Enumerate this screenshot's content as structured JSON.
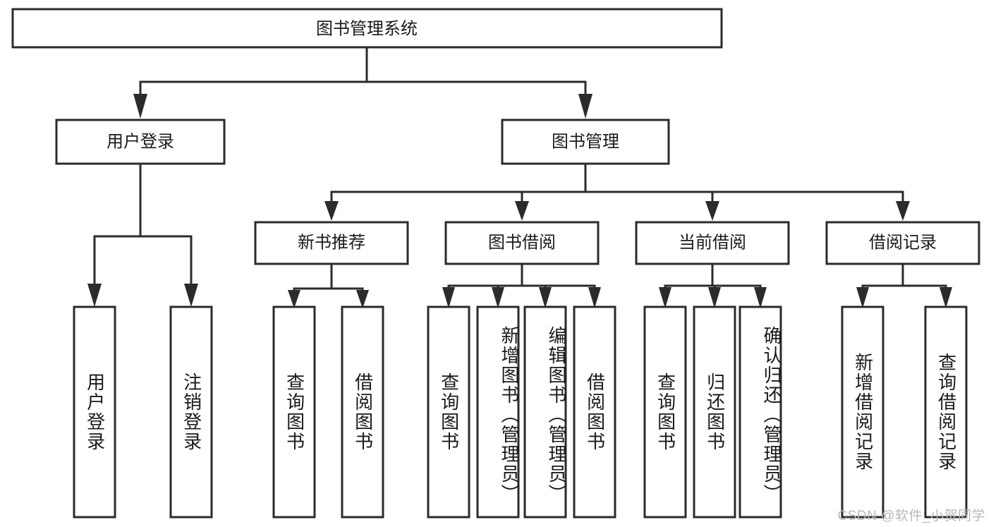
{
  "diagram": {
    "title_node": {
      "label": "图书管理系统"
    },
    "level2": [
      {
        "label": "用户登录"
      },
      {
        "label": "图书管理"
      }
    ],
    "level3": [
      {
        "label": "新书推荐"
      },
      {
        "label": "图书借阅"
      },
      {
        "label": "当前借阅"
      },
      {
        "label": "借阅记录"
      }
    ],
    "leaves": {
      "user_login": [
        {
          "label": "用户登录"
        },
        {
          "label": "注销登录"
        }
      ],
      "new_book": [
        {
          "label": "查询图书"
        },
        {
          "label": "借阅图书"
        }
      ],
      "book_borrow": [
        {
          "label": "查询图书"
        },
        {
          "label": "新增图书（管理员）"
        },
        {
          "label": "编辑图书（管理员）"
        },
        {
          "label": "借阅图书"
        }
      ],
      "current_borrow": [
        {
          "label": "查询图书"
        },
        {
          "label": "归还图书"
        },
        {
          "label": "确认归还（管理员）"
        }
      ],
      "borrow_record": [
        {
          "label": "新增借阅记录"
        },
        {
          "label": "查询借阅记录"
        }
      ]
    }
  },
  "watermark": {
    "text": "CSDN @软件_小贺同学"
  },
  "colors": {
    "box_stroke": "#2b2b2b",
    "box_fill": "#ffffff",
    "text": "#1a1a1a",
    "watermark": "#b8b8b8",
    "background": "#ffffff"
  }
}
